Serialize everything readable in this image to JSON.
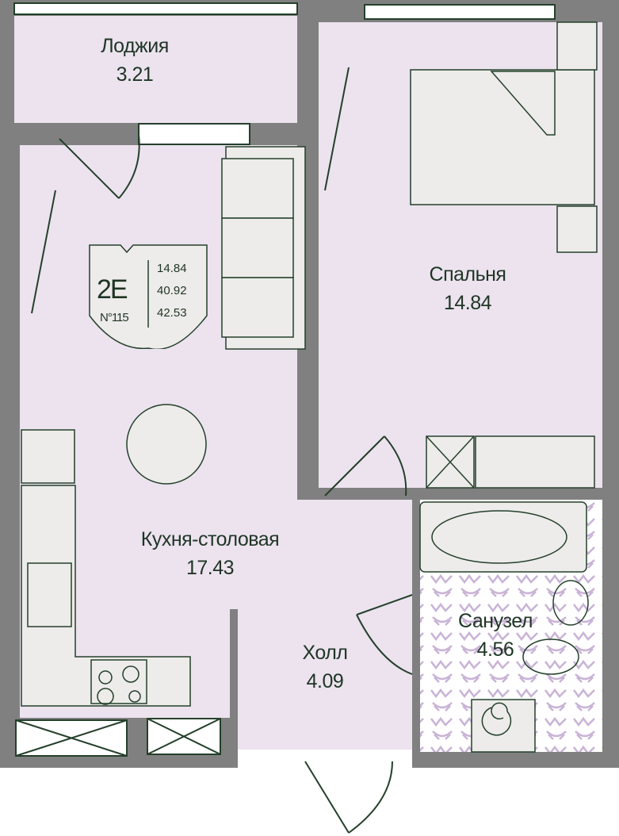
{
  "rooms": [
    {
      "name": "Лоджия",
      "area": "3.21"
    },
    {
      "name": "Спальня",
      "area": "14.84"
    },
    {
      "name": "Кухня-столовая",
      "area": "17.43"
    },
    {
      "name": "Холл",
      "area": "4.09"
    },
    {
      "name": "Санузел",
      "area": "4.56"
    }
  ],
  "badge": {
    "type": "2E",
    "number": "N°115",
    "living_area": "14.84",
    "total_area": "40.92",
    "total_with_loggia": "42.53"
  },
  "colors": {
    "wall": "#808080",
    "floor": "#ece3ef",
    "furniture": "#edecea",
    "line": "#24402a",
    "tile": "#c9b3d6"
  }
}
